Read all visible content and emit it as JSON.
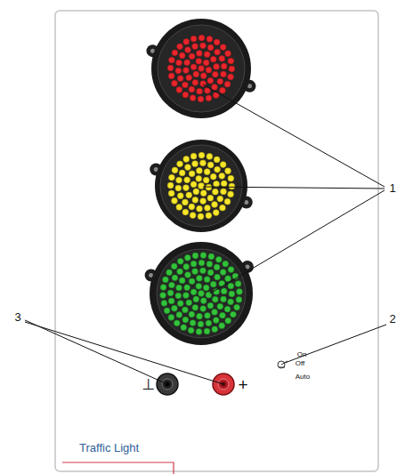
{
  "diagram": {
    "title": "Traffic Light",
    "labels": [
      "1",
      "2",
      "3",
      "On",
      "Off",
      "Auto",
      "⊥",
      "+"
    ]
  }
}
